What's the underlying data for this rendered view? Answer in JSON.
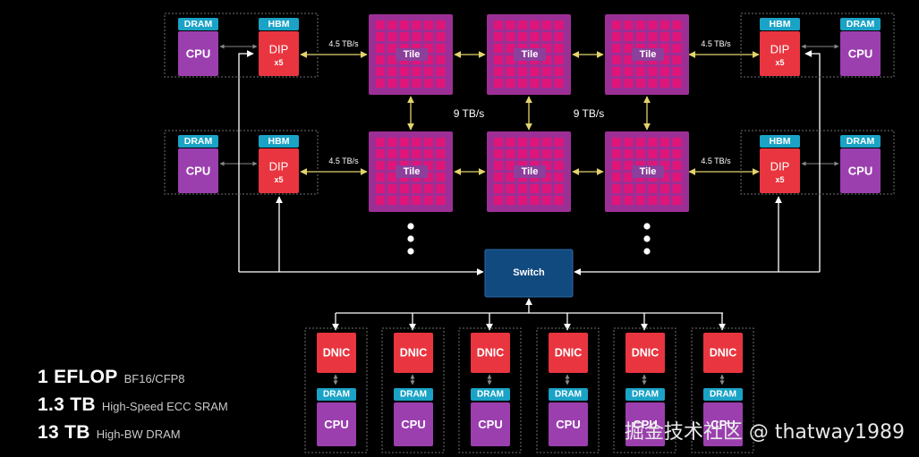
{
  "labels": {
    "dram": "DRAM",
    "hbm": "HBM",
    "cpu": "CPU",
    "dip": "DIP",
    "dip_mult": "x5",
    "tile": "Tile",
    "switch": "Switch",
    "dnic": "DNIC"
  },
  "bandwidth": {
    "dip_tile": "4.5 TB/s",
    "tile_tile": "9 TB/s"
  },
  "stats": [
    {
      "value": "1 EFLOP",
      "desc": "BF16/CFP8"
    },
    {
      "value": "1.3 TB",
      "desc": "High-Speed ECC SRAM"
    },
    {
      "value": "13 TB",
      "desc": "High-BW DRAM"
    }
  ],
  "watermark": "掘金技术社区 @ thatway1989",
  "colors": {
    "cpu": "#9b3fae",
    "dram": "#1aa3c6",
    "dip": "#e8353f",
    "tile_outer": "#9c2f95",
    "tile_cell": "#e0157a",
    "switch": "#114a7e",
    "wire_dip": "#e3d36c",
    "wire": "#ffffff"
  }
}
